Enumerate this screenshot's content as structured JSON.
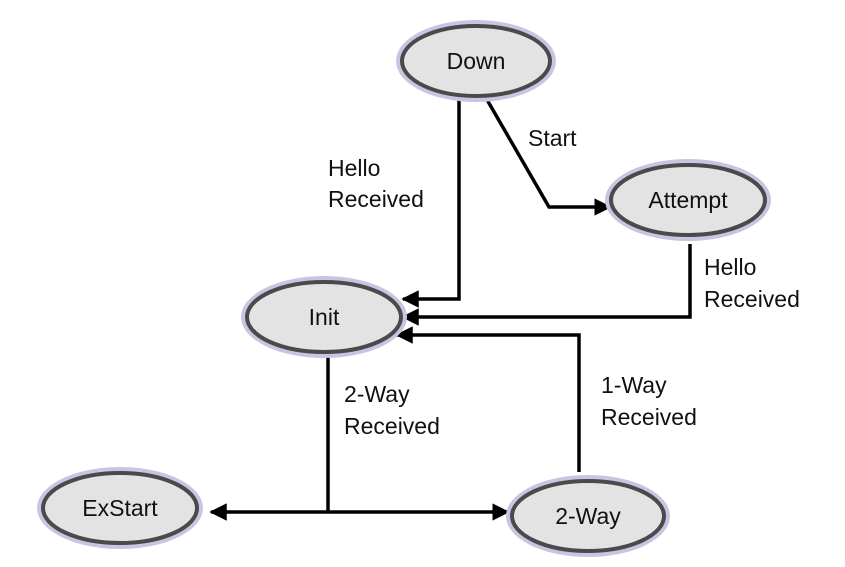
{
  "diagram": {
    "states": {
      "down": "Down",
      "attempt": "Attempt",
      "init": "Init",
      "exstart": "ExStart",
      "twoway": "2-Way"
    },
    "transitions": {
      "start": "Start",
      "hello_received_down_line1": "Hello",
      "hello_received_down_line2": "Received",
      "hello_received_attempt_line1": "Hello",
      "hello_received_attempt_line2": "Received",
      "two_way_received_line1": "2-Way",
      "two_way_received_line2": "Received",
      "one_way_received_line1": "1-Way",
      "one_way_received_line2": "Received"
    },
    "colors": {
      "state_fill": "#e3e3e3",
      "state_border": "#4a4a4a",
      "state_halo": "#c7c6e2",
      "arrow": "#000000"
    }
  }
}
